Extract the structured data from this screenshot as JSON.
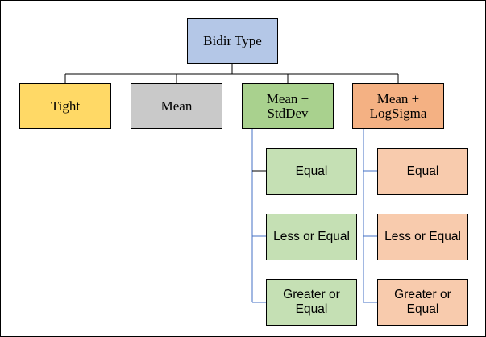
{
  "diagram": {
    "root": {
      "label": "Bidir Type",
      "color": "#b4c7e7"
    },
    "children": [
      {
        "label": "Tight",
        "color": "#ffd966"
      },
      {
        "label": "Mean",
        "color": "#c9c9c9"
      },
      {
        "label": "Mean +\nStdDev",
        "color": "#a9d18e"
      },
      {
        "label": "Mean +\nLogSigma",
        "color": "#f4b183"
      }
    ],
    "stddev_options": {
      "color": "#c5e0b4",
      "items": [
        "Equal",
        "Less or Equal",
        "Greater or\nEqual"
      ]
    },
    "logsigma_options": {
      "color": "#f8cbad",
      "items": [
        "Equal",
        "Less or Equal",
        "Greater or\nEqual"
      ]
    },
    "connector_colors": {
      "tree": "#000000",
      "sub": "#4472c4"
    }
  }
}
